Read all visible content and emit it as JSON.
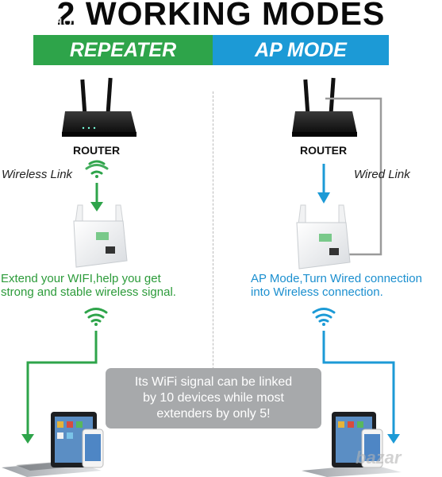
{
  "title": "2 WORKING MODES",
  "watermark": "TOP SHOP",
  "watermark_bottom": "bazar",
  "left": {
    "banner": "REPEATER",
    "router_label": "ROUTER",
    "link_label": "Wireless Link",
    "description_line1": "Extend your WIFI,help you get",
    "description_line2": "strong and stable wireless signal."
  },
  "right": {
    "banner": "AP MODE",
    "router_label": "ROUTER",
    "link_label": "Wired Link",
    "description_line1": "AP Mode,Turn Wired connection",
    "description_line2": "into Wireless connection."
  },
  "callout": {
    "line1": "Its WiFi signal can be linked",
    "line2": "by 10 devices while most",
    "line3": "extenders by only 5!"
  },
  "colors": {
    "green": "#2ea44a",
    "blue": "#1c9ad6",
    "callout_bg": "#a7a9ab"
  },
  "icons": [
    "router-icon",
    "wifi-signal-icon",
    "range-extender-icon",
    "laptop-icon",
    "tablet-icon",
    "phone-icon",
    "arrow-down-icon"
  ]
}
